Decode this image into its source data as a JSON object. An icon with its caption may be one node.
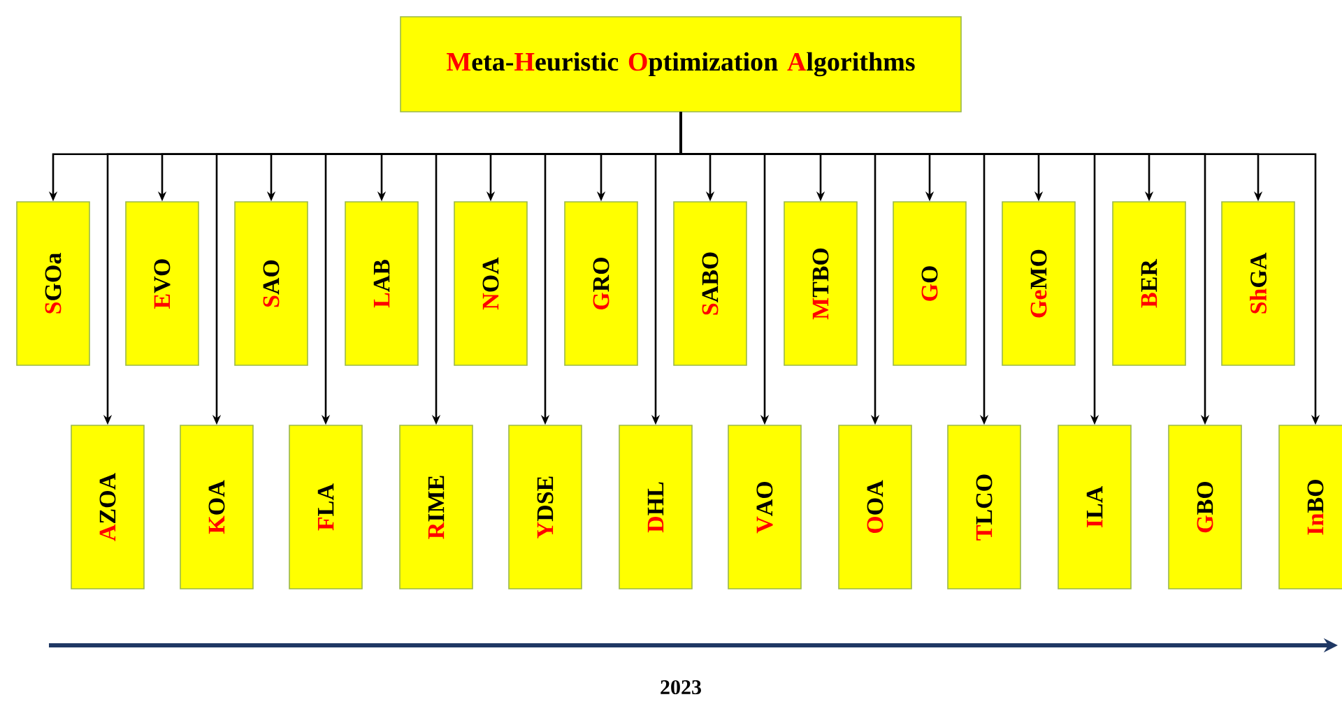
{
  "diagram": {
    "nodes": [
      {
        "text": [
          "**M**eta-**H**euristic **O**ptimization **A**lgorithms"
        ]
      },
      {
        "text": [
          "**S**GOa"
        ]
      },
      {
        "text": [
          "**E**VO"
        ]
      },
      {
        "text": [
          "**S**AO"
        ]
      },
      {
        "text": [
          "**L**AB"
        ]
      },
      {
        "text": [
          "**N**OA"
        ]
      },
      {
        "text": [
          "**G**RO"
        ]
      },
      {
        "text": [
          "**S**ABO"
        ]
      },
      {
        "text": [
          "**M**TBO"
        ]
      },
      {
        "text": [
          "**G**O"
        ]
      },
      {
        "text": [
          "**Ge**MO"
        ]
      },
      {
        "text": [
          "**B**ER"
        ]
      },
      {
        "text": [
          "**Sh**GA"
        ]
      },
      {
        "text": [
          "**A**ZOA"
        ]
      },
      {
        "text": [
          "**K**OA"
        ]
      },
      {
        "text": [
          "**F**LA"
        ]
      },
      {
        "text": [
          "**R**IME"
        ]
      },
      {
        "text": [
          "**Y**DSE"
        ]
      },
      {
        "text": [
          "**D**HL"
        ]
      },
      {
        "text": [
          "**V**AO"
        ]
      },
      {
        "text": [
          "**O**OA"
        ]
      },
      {
        "text": [
          "**T**LCO"
        ]
      },
      {
        "text": [
          "**I**LA"
        ]
      },
      {
        "text": [
          "**G**BO"
        ]
      },
      {
        "text": [
          "**In**BO"
        ]
      }
    ],
    "edges": [
      {
        "from": 0,
        "to": 1,
        "arrow": "to"
      },
      {
        "from": 0,
        "to": 2,
        "arrow": "to"
      },
      {
        "from": 0,
        "to": 3,
        "arrow": "to"
      },
      {
        "from": 0,
        "to": 4,
        "arrow": "to"
      },
      {
        "from": 0,
        "to": 5,
        "arrow": "to"
      },
      {
        "from": 0,
        "to": 6,
        "arrow": "to"
      },
      {
        "from": 0,
        "to": 7,
        "arrow": "to"
      },
      {
        "from": 0,
        "to": 8,
        "arrow": "to"
      },
      {
        "from": 0,
        "to": 9,
        "arrow": "to"
      },
      {
        "from": 0,
        "to": 10,
        "arrow": "to"
      },
      {
        "from": 0,
        "to": 11,
        "arrow": "to"
      },
      {
        "from": 0,
        "to": 12,
        "arrow": "to"
      },
      {
        "from": 0,
        "to": 13,
        "arrow": "to"
      },
      {
        "from": 0,
        "to": 14,
        "arrow": "to"
      },
      {
        "from": 0,
        "to": 15,
        "arrow": "to"
      },
      {
        "from": 0,
        "to": 16,
        "arrow": "to"
      },
      {
        "from": 0,
        "to": 17,
        "arrow": "to"
      },
      {
        "from": 0,
        "to": 18,
        "arrow": "to"
      },
      {
        "from": 0,
        "to": 19,
        "arrow": "to"
      },
      {
        "from": 0,
        "to": 20,
        "arrow": "to"
      },
      {
        "from": 0,
        "to": 21,
        "arrow": "to"
      },
      {
        "from": 0,
        "to": 22,
        "arrow": "to"
      },
      {
        "from": 0,
        "to": 23,
        "arrow": "to"
      },
      {
        "from": 0,
        "to": 24,
        "arrow": "to"
      }
    ],
    "labels": [
      "2023"
    ]
  }
}
